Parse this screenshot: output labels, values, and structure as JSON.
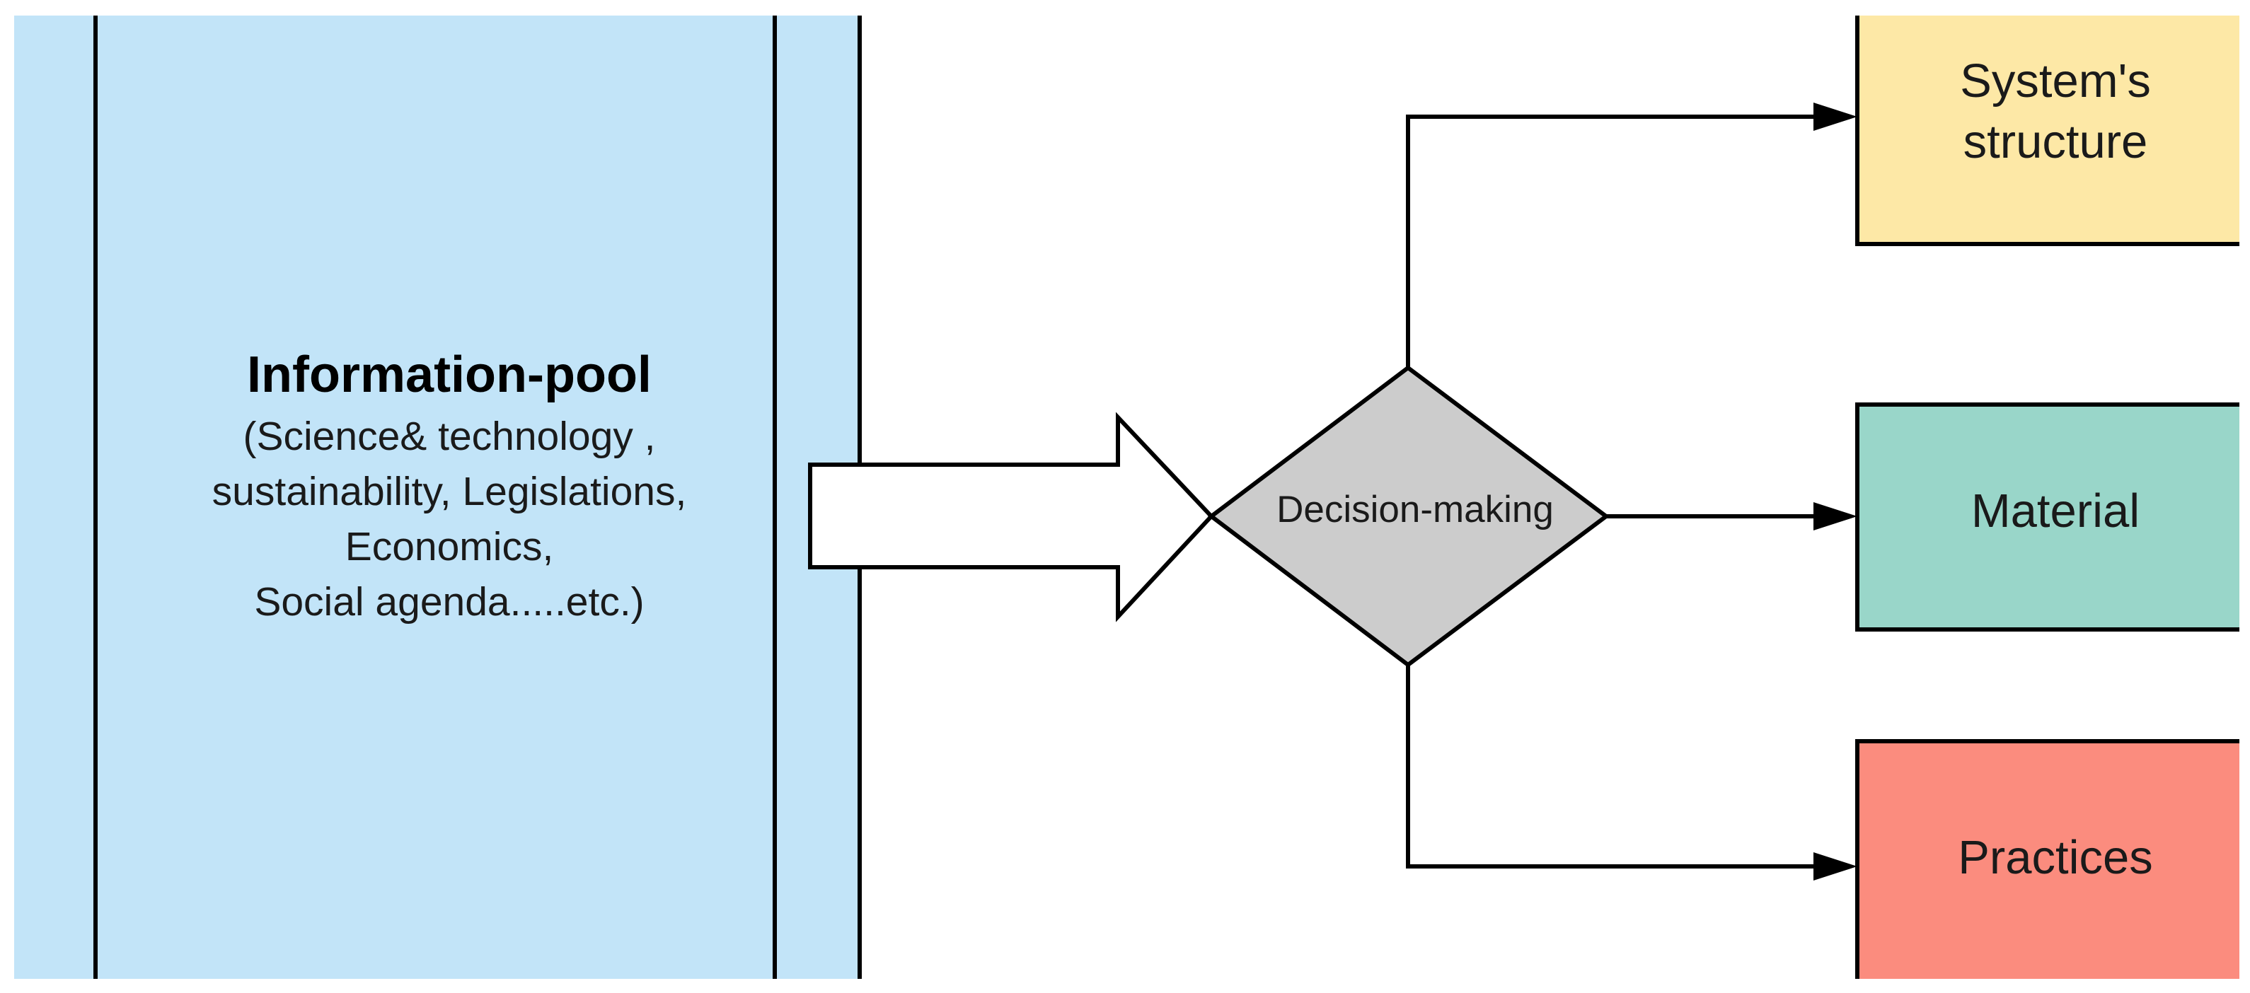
{
  "information_pool": {
    "title": "Information-pool",
    "lines": [
      "(Science& technology ,",
      "sustainability, Legislations,",
      "Economics,",
      "Social agenda.....etc.)"
    ]
  },
  "decision": {
    "label": "Decision-making"
  },
  "outputs": {
    "structure": "System's\nstructure",
    "material": "Material",
    "practices": "Practices"
  },
  "colors": {
    "pool_fill": "#c2e4f8",
    "decision_fill": "#cccccc",
    "structure_fill": "#fde8a6",
    "material_fill": "#99d6c9",
    "practices_fill": "#fb8c7e",
    "stroke": "#000000"
  }
}
